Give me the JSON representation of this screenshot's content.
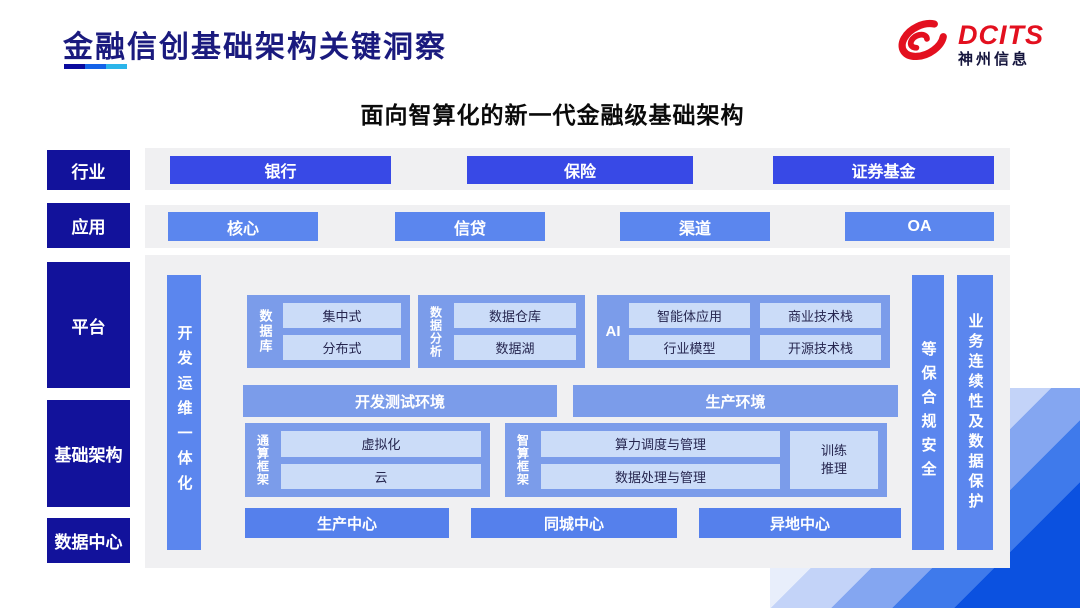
{
  "slide": {
    "title": "金融信创基础架构关键洞察",
    "subtitle": "面向智算化的新一代金融级基础架构",
    "logo": {
      "brand": "DCITS",
      "company": "神州信息"
    }
  },
  "sidebar": {
    "industry": "行业",
    "application": "应用",
    "platform": "平台",
    "infrastructure": "基础架构",
    "datacenter": "数据中心"
  },
  "industry_row": {
    "items": [
      "银行",
      "保险",
      "证券基金"
    ]
  },
  "application_row": {
    "items": [
      "核心",
      "信贷",
      "渠道",
      "OA"
    ]
  },
  "platform_panel": {
    "devops_bar": "开发运维一体化",
    "security_bar": "等保合规安全",
    "continuity_bar": "业务连续性及数据保护",
    "database_group": {
      "label": "数据库",
      "items": [
        "集中式",
        "分布式"
      ]
    },
    "analytics_group": {
      "label": "数据分析",
      "items": [
        "数据仓库",
        "数据湖"
      ]
    },
    "ai_group": {
      "label": "AI",
      "items": [
        "智能体应用",
        "商业技术栈",
        "行业模型",
        "开源技术栈"
      ]
    },
    "environments": [
      "开发测试环境",
      "生产环境"
    ],
    "general_framework": {
      "label": "通算框架",
      "items": [
        "虚拟化",
        "云"
      ]
    },
    "intelligent_framework": {
      "label": "智算框架",
      "items": [
        "算力调度与管理",
        "数据处理与管理"
      ],
      "side": "训练\n推理"
    },
    "centers": [
      "生产中心",
      "同城中心",
      "异地中心"
    ]
  },
  "colors": {
    "nav_navy": "#12129B",
    "title_navy": "#1A1A7E",
    "industry_button": "#3849E6",
    "app_button": "#5B86EE",
    "group_bg": "#7B9CEA",
    "inner_box": "#CBDCF8",
    "center_button": "#5580EC",
    "panel_bg": "#F0F0F2",
    "logo_red": "#E3101F",
    "underline": [
      "#0A0A9E",
      "#1463E8",
      "#2CB5EA"
    ],
    "deco_stripes": [
      "#E8EEFB",
      "#C3D3F8",
      "#84A6F1",
      "#3F7AEB",
      "#0B51E0"
    ]
  }
}
